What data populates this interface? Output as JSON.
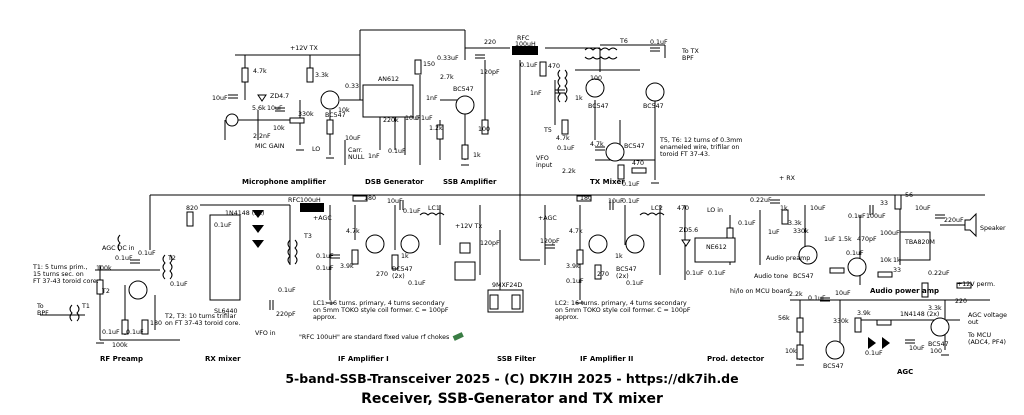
{
  "title": "5-band-SSB-Transceiver 2025 - (C) DK7IH 2025 - https://dk7ih.de",
  "subtitle": "Receiver, SSB-Generator and TX mixer",
  "sections": {
    "mic_amp": "Microphone amplifier",
    "dsb_gen": "DSB Generator",
    "ssb_amp": "SSB Amplifier",
    "tx_mixer": "TX Mixer",
    "rf_preamp": "RF Preamp",
    "rx_mixer": "RX mixer",
    "if_amp1": "IF Amplifier I",
    "ssb_filter": "SSB Filter",
    "if_amp2": "IF Amplifier II",
    "prod_det": "Prod. detector",
    "audio_preamp": "Audio preamp",
    "audio_power": "Audio power amp",
    "agc": "AGC"
  },
  "notes": {
    "t1": [
      "T1: 5 turns prim.,",
      "15 turns sec. on",
      "FT 37-43 toroid core."
    ],
    "t2t3": [
      "T2, T3: 10 turns trifilar",
      "on FT 37-43 toroid core."
    ],
    "t5t6": [
      "T5, T6: 12 turns of 0.3mm",
      "enameled wire, trifilar on",
      "toroid FT 37-43."
    ],
    "lc1": [
      "LC1: 16 turns. primary, 4 turns secondary",
      "on 5mm TOKO style coil former. C = 100pF",
      "approx."
    ],
    "lc2": [
      "LC2: 16 turns. primary, 4 turns secondary",
      "on 5mm TOKO style coil former. C = 100pF",
      "approx."
    ],
    "rfc": "\"RFC 100uH\" are standard fixed value rf chokes",
    "audio_tone": [
      "Audio tone",
      "hi/lo on MCU board"
    ]
  },
  "ports": {
    "tx_v": "+12V TX",
    "to_tx_bpf": [
      "To TX",
      "BPF"
    ],
    "vfo_input": [
      "VFO",
      "input"
    ],
    "rx": "+ RX",
    "to_bpf": [
      "To",
      "BPF"
    ],
    "agc_dc": "AGC DC in",
    "vfo_in": "VFO in",
    "speaker": "Speaker",
    "perm": "+12V perm.",
    "agc_out": [
      "AGC voltage",
      "out"
    ],
    "to_mcu": [
      "To MCU",
      "(ADC4, PF4)"
    ],
    "lo_in": "LO in",
    "lo": "LO",
    "mic_gain": "MIC GAIN",
    "carr_null": [
      "Carr.",
      "NULL"
    ],
    "agc_plus": "+AGC",
    "tx_12v": "+12V Tx"
  },
  "parts": {
    "an612": "AN612",
    "ne612": "NE612",
    "sl6440": "SL6440",
    "tba820m": "TBA820M",
    "filter": "9MXF24D",
    "rfc": "RFC",
    "rfc_val": "100uH",
    "bc547": "BC547",
    "bc547_2x": [
      "BC547",
      "(2x)"
    ],
    "diode_3x": "1N4148 (3x)",
    "diode_2x": "1N4148 (2x)",
    "zd47": "ZD4.7",
    "zd56": "ZD5.6",
    "lc1": "LC1",
    "lc2": "LC2",
    "t1": "T1",
    "t2": "T2",
    "t3": "T3",
    "t5": "T5",
    "t6": "T6"
  },
  "values": {
    "r47k": "4.7k",
    "r33k": "3.3k",
    "r56k": "5.6k",
    "r10k": "10k",
    "r330k": "330k",
    "r150": "150",
    "r27k": "2.7k",
    "r12k": "1.2k",
    "r100": "100",
    "r1k": "1k",
    "r470": "470",
    "r22k": "2.2k",
    "r180": "180",
    "r820": "820",
    "r39k": "3.9k",
    "r270": "270",
    "r100k": "100k",
    "r15k": "1.5k",
    "r220": "220",
    "r33": "33",
    "r56": "56",
    "r56k2": "56k",
    "r220k": "220k",
    "c10uf": "10uF",
    "c01uf": "0.1uF",
    "c22nf": "2.2nF",
    "c1nf": "1nF",
    "c033uf": "0.33uF",
    "c120pf": "120pF",
    "c022uf": "0.22uF",
    "c220pf": "220pF",
    "c100uf": "100uF",
    "c220uf": "220uF",
    "c470pf": "470pF",
    "c033": "0.33",
    "c100": "100",
    "c1uf": "1uF",
    "c22k": "2.2k",
    "c01": "0.1uF"
  }
}
